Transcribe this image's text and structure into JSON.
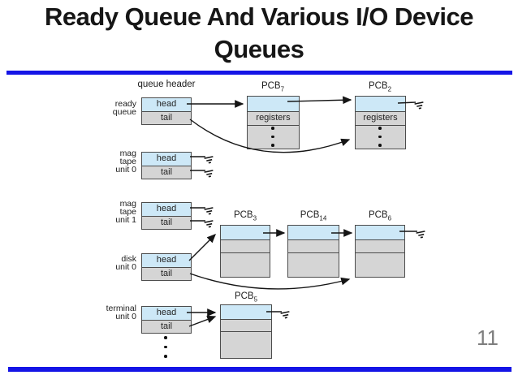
{
  "slide": {
    "title_lines": [
      "Ready Queue And Various I/O Device",
      "Queues"
    ],
    "page_number": "11"
  },
  "diagram": {
    "queue_header_caption": "queue header",
    "labels": {
      "head": "head",
      "tail": "tail",
      "registers": "registers"
    },
    "queues": [
      {
        "id": "ready-queue",
        "label_lines": [
          "ready",
          "queue"
        ]
      },
      {
        "id": "mag-tape-unit-0",
        "label_lines": [
          "mag",
          "tape",
          "unit 0"
        ]
      },
      {
        "id": "mag-tape-unit-1",
        "label_lines": [
          "mag",
          "tape",
          "unit 1"
        ]
      },
      {
        "id": "disk-unit-0",
        "label_lines": [
          "disk",
          "unit 0"
        ]
      },
      {
        "id": "terminal-unit-0",
        "label_lines": [
          "terminal",
          "unit 0"
        ]
      }
    ],
    "pcbs": [
      {
        "name": "PCB",
        "sub": "7"
      },
      {
        "name": "PCB",
        "sub": "2"
      },
      {
        "name": "PCB",
        "sub": "3"
      },
      {
        "name": "PCB",
        "sub": "14"
      },
      {
        "name": "PCB",
        "sub": "6"
      },
      {
        "name": "PCB",
        "sub": "5"
      }
    ]
  },
  "colors": {
    "accent": "#1515e6",
    "cellblue": "#cde8f7",
    "cellgray": "#d5d5d5",
    "pagenum": "#7e7e7e"
  }
}
